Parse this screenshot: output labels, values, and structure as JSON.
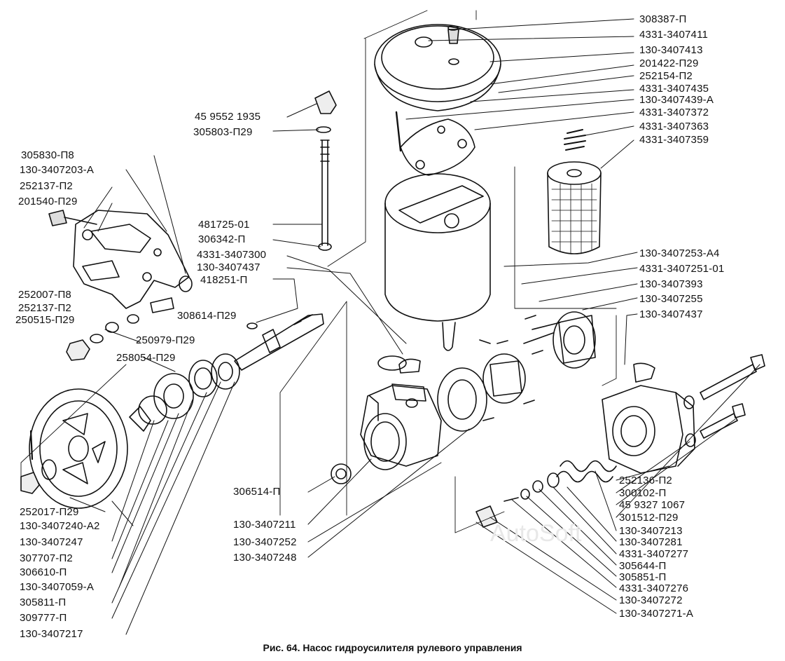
{
  "caption": "Рис. 64. Насос гидроусилителя рулевого управления",
  "watermark": "AutoSoft",
  "labels": {
    "right_col": [
      "308387-П",
      "4331-3407411",
      "130-3407413",
      "201422-П29",
      "252154-П2",
      "4331-3407435",
      "130-3407439-А",
      "4331-3407372",
      "4331-3407363",
      "4331-3407359"
    ],
    "top_left": [
      "45 9552 1935",
      "305803-П29"
    ],
    "bracket": [
      "305830-П8",
      "130-3407203-А",
      "252137-П2",
      "201540-П29"
    ],
    "mid_left": [
      "481725-01",
      "306342-П",
      "4331-3407300",
      "130-3407437",
      "418251-П"
    ],
    "washers": [
      "252007-П8",
      "252137-П2",
      "250515-П29"
    ],
    "shaft": [
      "308614-П29",
      "250979-П29",
      "258054-П29"
    ],
    "mid_right": [
      "130-3407253-А4",
      "4331-3407251-01",
      "130-3407393",
      "130-3407255",
      "130-3407437"
    ],
    "bottom_left": [
      "252017-П29",
      "130-3407240-А2",
      "130-3407247",
      "307707-П2",
      "306610-П",
      "130-3407059-А",
      "305811-П",
      "309777-П",
      "130-3407217"
    ],
    "bottom_mid": [
      "306514-П",
      "130-3407211",
      "130-3407252",
      "130-3407248"
    ],
    "bottom_right": [
      "252136-П2",
      "300102-П",
      "45 9327 1067",
      "301512-П29",
      "130-3407213",
      "130-3407281",
      "4331-3407277",
      "305644-П",
      "305851-П",
      "4331-3407276",
      "130-3407272",
      "130-3407271-А"
    ]
  }
}
